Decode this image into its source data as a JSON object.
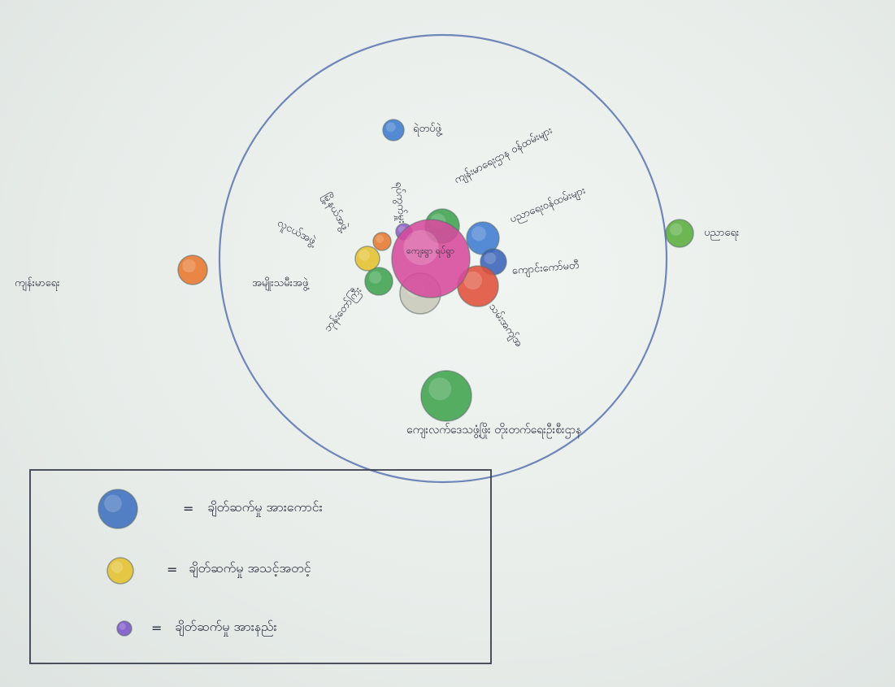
{
  "center": {
    "label": "ကျေးရွာ\nရပ်ရွာ",
    "color": "#d64a9c"
  },
  "inner_nodes": [
    {
      "id": "n1",
      "color": "#3fa34d",
      "label": "ကျန်းမာရေးဌာန\nဝန်ထမ်းများ",
      "importance": "very_important"
    },
    {
      "id": "n2",
      "color": "#3f7bd0",
      "label": "ပညာရေးဝန်ထမ်းများ",
      "importance": "very_important"
    },
    {
      "id": "n3",
      "color": "#3a63b8",
      "label": "ကျောင်းကော်မတီ",
      "importance": "important"
    },
    {
      "id": "n4",
      "color": "#e0503a",
      "label": "သမ်းအကျ်အ",
      "importance": "very_important"
    },
    {
      "id": "n5",
      "color": "#c9c9b8",
      "label": "ဘုန်းတော်ကြီး",
      "importance": "very_important"
    },
    {
      "id": "n6",
      "color": "#3fa34d",
      "label": "အမျိုးသမီးအဖွဲ့",
      "importance": "important"
    },
    {
      "id": "n7",
      "color": "#e6c22f",
      "label": "လူငယ်အဖွဲ့",
      "importance": "important"
    },
    {
      "id": "n8",
      "color": "#e8782e",
      "label": "မြို့နယ်အဖွဲ့",
      "importance": "less_important"
    },
    {
      "id": "n9",
      "color": "#8a5cc6",
      "label": "ရပ်ကွက်မှူး",
      "importance": "less_important"
    }
  ],
  "outer_nodes": [
    {
      "id": "o1",
      "color": "#3f7bd0",
      "label": "ရဲတပ်ဖွဲ့",
      "importance": "less_important"
    },
    {
      "id": "o2",
      "color": "#5aad3e",
      "label": "ပညာရေး",
      "importance": "important"
    },
    {
      "id": "o3",
      "color": "#e8782e",
      "label": "ကျန်းမာရေး",
      "importance": "important"
    },
    {
      "id": "o4",
      "color": "#3fa34d",
      "label": "ကျေးလက်ဒေသဖွံ့ဖြိုး\nတိုးတက်ရေးဦးစီးဌာန",
      "importance": "very_important"
    }
  ],
  "legend": [
    {
      "color": "#3e6fbf",
      "label": "ချိတ်ဆက်မှု အားကောင်း"
    },
    {
      "color": "#e6c22f",
      "label": "ချိတ်ဆက်မှု အသင့်အတင့်"
    },
    {
      "color": "#7b57c8",
      "label": "ချိတ်ဆက်မှု အားနည်း"
    }
  ],
  "legend_equals": "=",
  "colors": {
    "ink": "#2a2f3c",
    "ring": "#6f86b8",
    "paper": "#e9eeec"
  }
}
